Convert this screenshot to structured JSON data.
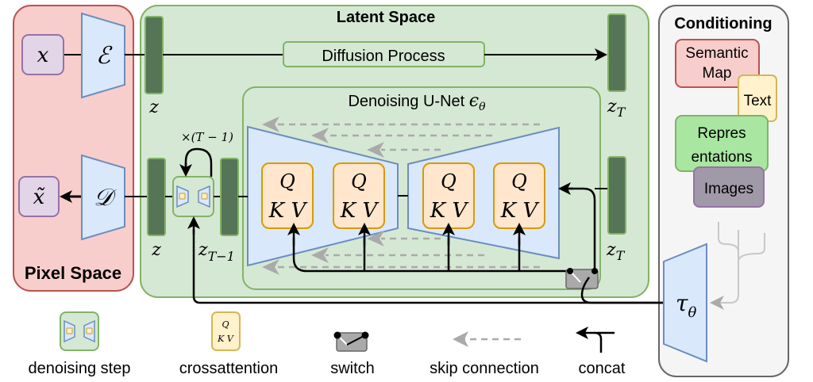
{
  "panels": {
    "pixel_space": {
      "label": "Pixel Space",
      "fill": "#f8cecc",
      "stroke": "#b85450"
    },
    "latent_space": {
      "label": "Latent Space",
      "fill": "#d5e8d4",
      "stroke": "#82b366"
    },
    "conditioning": {
      "label": "Conditioning",
      "fill": "#f5f5f5",
      "stroke": "#666666"
    }
  },
  "pixel": {
    "input": "x",
    "output": "x̃",
    "encoder": "ℰ",
    "decoder": "𝒟"
  },
  "latent": {
    "diffusion_process": "Diffusion Process",
    "z_top": "z",
    "z_t_top": "z",
    "z_t_top_sub": "T",
    "z_bottom": "z",
    "z_t1": "z",
    "z_t1_sub": "T−1",
    "z_t_bottom": "z",
    "z_t_bottom_sub": "T",
    "repeat": "×(T − 1)"
  },
  "unet": {
    "title": "Denoising U-Net ",
    "title_symbol": "ϵ",
    "title_sub": "θ",
    "blocks": [
      {
        "q": "Q",
        "kv": "K V"
      },
      {
        "q": "Q",
        "kv": "K V"
      },
      {
        "q": "Q",
        "kv": "K V"
      },
      {
        "q": "Q",
        "kv": "K V"
      }
    ]
  },
  "conditioning": {
    "items": [
      {
        "label_lines": [
          "Semantic",
          "Map"
        ],
        "fill": "#f8cecc",
        "stroke": "#b85450"
      },
      {
        "label_lines": [
          "Text"
        ],
        "fill": "#fff2cc",
        "stroke": "#d6b656"
      },
      {
        "label_lines": [
          "Repres",
          "entations"
        ],
        "fill": "#a8e6a1",
        "stroke": "#82b366"
      },
      {
        "label_lines": [
          "Images"
        ],
        "fill": "#a09aa8",
        "stroke": "#9673a6"
      }
    ],
    "encoder": "τ",
    "encoder_sub": "θ"
  },
  "legend": [
    {
      "label": "denoising step",
      "icon": "denoising-step-icon"
    },
    {
      "label": "crossattention",
      "icon": "crossattention-icon",
      "q": "Q",
      "kv": "K V"
    },
    {
      "label": "switch",
      "icon": "switch-icon"
    },
    {
      "label": "skip connection",
      "icon": "skip-connection-icon"
    },
    {
      "label": "concat",
      "icon": "concat-icon"
    }
  ],
  "colors": {
    "block_fill": "#dae8fc",
    "block_stroke": "#6c8ebf",
    "latent_bar": "#567556",
    "latent_bar_stroke": "#82b366",
    "attn_fill": "#ffe6cc",
    "attn_stroke": "#d79b00",
    "var_fill": "#e1d5e7",
    "var_stroke": "#9673a6",
    "skip": "#aaaaaa",
    "switch_fill": "#aaaaaa"
  }
}
